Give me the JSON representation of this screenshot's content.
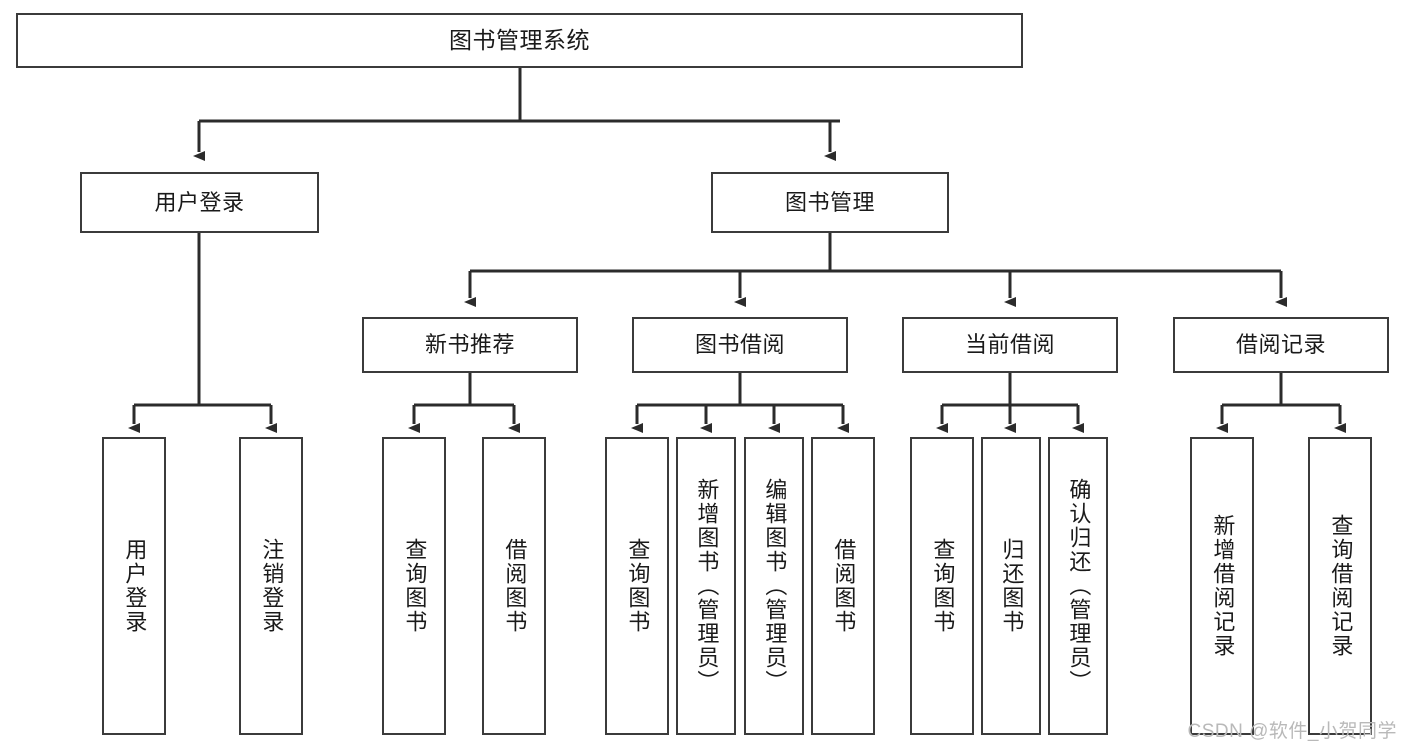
{
  "diagram": {
    "title": "图书管理系统",
    "type": "functional-structure-tree",
    "colors": {
      "box_border": "#3b3b3b",
      "box_fill": "#ffffff",
      "connector": "#2b2b2b",
      "text": "#1a1a1a",
      "watermark": "#b9b9b9",
      "background": "#ffffff"
    },
    "root": {
      "label": "图书管理系统"
    },
    "level2": [
      {
        "label": "用户登录"
      },
      {
        "label": "图书管理"
      }
    ],
    "level3": [
      {
        "label": "新书推荐"
      },
      {
        "label": "图书借阅"
      },
      {
        "label": "当前借阅"
      },
      {
        "label": "借阅记录"
      }
    ],
    "leaves": {
      "user_login": [
        {
          "label": "用户登录"
        },
        {
          "label": "注销登录"
        }
      ],
      "new_book_recommend": [
        {
          "label": "查询图书"
        },
        {
          "label": "借阅图书"
        }
      ],
      "book_borrow": [
        {
          "label": "查询图书"
        },
        {
          "label": "新增图书（管理员）"
        },
        {
          "label": "编辑图书（管理员）"
        },
        {
          "label": "借阅图书"
        }
      ],
      "current_borrow": [
        {
          "label": "查询图书"
        },
        {
          "label": "归还图书"
        },
        {
          "label": "确认归还（管理员）"
        }
      ],
      "borrow_record": [
        {
          "label": "新增借阅记录"
        },
        {
          "label": "查询借阅记录"
        }
      ]
    }
  },
  "watermark": {
    "text": "CSDN @软件_小贺同学"
  }
}
